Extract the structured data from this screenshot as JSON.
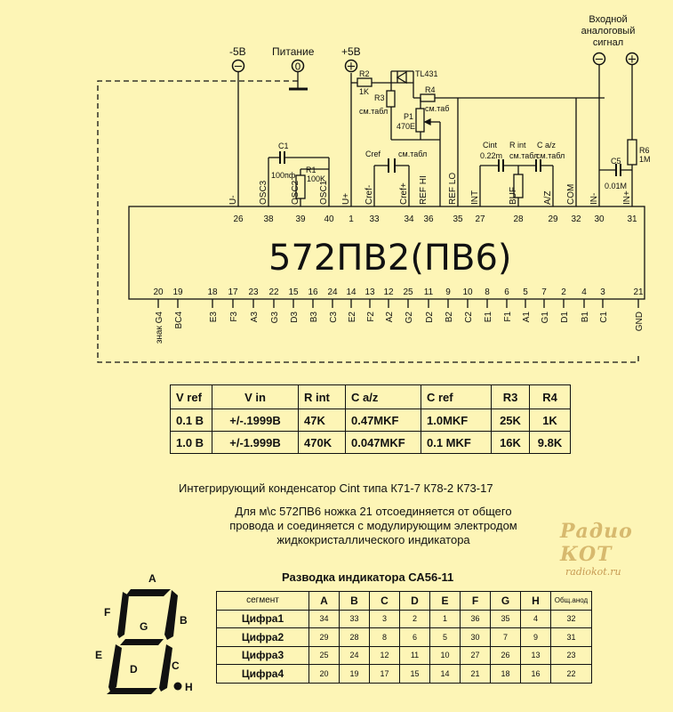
{
  "chip": {
    "title": "572ПВ2(ПВ6)",
    "top_pins": [
      {
        "num": "26",
        "name": "U-"
      },
      {
        "num": "38",
        "name": "OSC3"
      },
      {
        "num": "39",
        "name": "OSC2"
      },
      {
        "num": "40",
        "name": "OSC1"
      },
      {
        "num": "1",
        "name": "U+"
      },
      {
        "num": "33",
        "name": "Cref-"
      },
      {
        "num": "34",
        "name": "Cref+"
      },
      {
        "num": "36",
        "name": "REF HI"
      },
      {
        "num": "35",
        "name": "REF LO"
      },
      {
        "num": "27",
        "name": "INT"
      },
      {
        "num": "28",
        "name": "BUF"
      },
      {
        "num": "29",
        "name": "A/Z"
      },
      {
        "num": "32",
        "name": "COM"
      },
      {
        "num": "30",
        "name": "IN-"
      },
      {
        "num": "31",
        "name": "IN+"
      }
    ],
    "bottom_pins": [
      {
        "num": "20",
        "name": "знак G4"
      },
      {
        "num": "19",
        "name": "BC4"
      },
      {
        "num": "18",
        "name": "E3"
      },
      {
        "num": "17",
        "name": "F3"
      },
      {
        "num": "23",
        "name": "A3"
      },
      {
        "num": "22",
        "name": "G3"
      },
      {
        "num": "15",
        "name": "D3"
      },
      {
        "num": "16",
        "name": "B3"
      },
      {
        "num": "24",
        "name": "C3"
      },
      {
        "num": "14",
        "name": "E2"
      },
      {
        "num": "13",
        "name": "F2"
      },
      {
        "num": "12",
        "name": "A2"
      },
      {
        "num": "25",
        "name": "G2"
      },
      {
        "num": "11",
        "name": "D2"
      },
      {
        "num": "9",
        "name": "B2"
      },
      {
        "num": "10",
        "name": "C2"
      },
      {
        "num": "8",
        "name": "E1"
      },
      {
        "num": "6",
        "name": "F1"
      },
      {
        "num": "5",
        "name": "A1"
      },
      {
        "num": "7",
        "name": "G1"
      },
      {
        "num": "2",
        "name": "D1"
      },
      {
        "num": "4",
        "name": "B1"
      },
      {
        "num": "3",
        "name": "C1"
      },
      {
        "num": "21",
        "name": "GND"
      }
    ]
  },
  "supply": {
    "minus5": "-5В",
    "power": "Питание",
    "plus5": "+5В",
    "input_signal": [
      "Входной",
      "аналоговый",
      "сигнал"
    ],
    "minus_sym": "−",
    "plus_sym": "+",
    "ground_sym": "0"
  },
  "components": {
    "r2": "R2",
    "r2v": "1K",
    "tl431": "TL431",
    "r3": "R3",
    "r3v": "см.табл",
    "r4": "R4",
    "r4v": "см.таб",
    "p1": "P1",
    "p1v": "470E",
    "c1": "C1",
    "c1v": "100пф",
    "r1": "R1",
    "r1v": "100K",
    "cref": "Cref",
    "crefv": "см.табл",
    "cint": "Cint",
    "cintv": "0.22m",
    "rint": "R int",
    "rintv": "см.табл",
    "caz": "C a/z",
    "cazv": "см.табл",
    "c5": "C5",
    "c5v": "0.01M",
    "r6": "R6",
    "r6v": "1M"
  },
  "params_table": {
    "headers": [
      "V ref",
      "V in",
      "R int",
      "C a/z",
      "C ref",
      "R3",
      "R4"
    ],
    "rows": [
      [
        "0.1 В",
        "+/-.1999В",
        "47K",
        "0.47MKF",
        "1.0MKF",
        "25K",
        "1K"
      ],
      [
        "1.0 В",
        "+/-1.999В",
        "470K",
        "0.047MKF",
        "0.1 MKF",
        "16K",
        "9.8K"
      ]
    ]
  },
  "notes": {
    "cint_line": "Интегрирующий конденсатор Cint типа  К71-7      К78-2    К73-17",
    "ms_lines": [
      "Для м\\с 572ПВ6 ножка    21 отсоединяется от общего",
      "провода и соединяется с модулирующим электродом",
      "жидкокристаллического индикатора"
    ]
  },
  "watermark": {
    "logo": "Радио КОТ",
    "url": "radiokot.ru"
  },
  "indicator": {
    "title": "Разводка индикатора СА56-11",
    "segment_letters": {
      "A": "A",
      "B": "B",
      "C": "C",
      "D": "D",
      "E": "E",
      "F": "F",
      "G": "G",
      "H": "H"
    },
    "header": [
      "сегмент",
      "A",
      "B",
      "C",
      "D",
      "E",
      "F",
      "G",
      "H",
      "Общ.анод"
    ],
    "rows": [
      [
        "Цифра1",
        "34",
        "33",
        "3",
        "2",
        "1",
        "36",
        "35",
        "4",
        "32"
      ],
      [
        "Цифра2",
        "29",
        "28",
        "8",
        "6",
        "5",
        "30",
        "7",
        "9",
        "31"
      ],
      [
        "Цифра3",
        "25",
        "24",
        "12",
        "11",
        "10",
        "27",
        "26",
        "13",
        "23"
      ],
      [
        "Цифра4",
        "20",
        "19",
        "17",
        "15",
        "14",
        "21",
        "18",
        "16",
        "22"
      ]
    ]
  }
}
